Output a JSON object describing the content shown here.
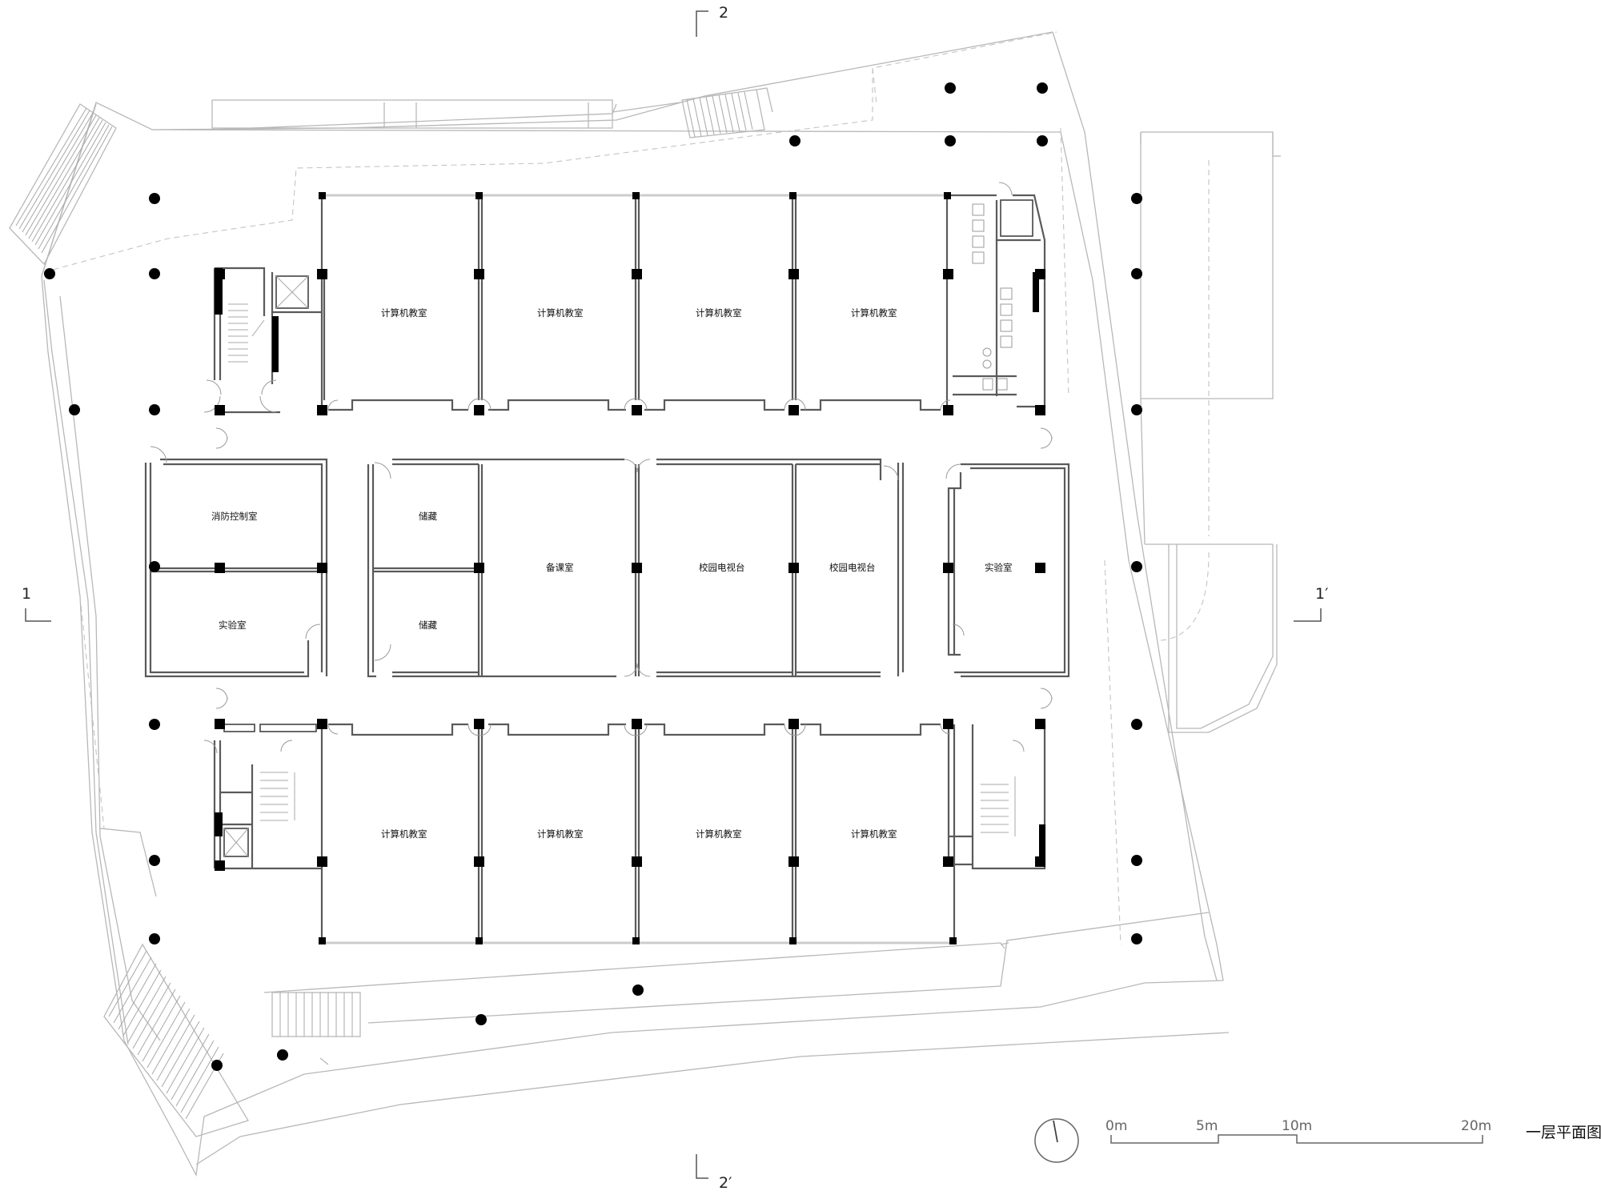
{
  "title": "一层平面图",
  "section_markers": {
    "top": "2",
    "bottom": "2′",
    "left": "1",
    "right": "1′"
  },
  "rooms": {
    "computer_top_1": "计算机教室",
    "computer_top_2": "计算机教室",
    "computer_top_3": "计算机教室",
    "computer_top_4": "计算机教室",
    "fire_control": "消防控制室",
    "lab_left": "实验室",
    "storage_1": "储藏",
    "storage_2": "储藏",
    "prep_room": "备课室",
    "campus_tv_1": "校园电视台",
    "campus_tv_2": "校园电视台",
    "lab_right": "实验室",
    "computer_bottom_1": "计算机教室",
    "computer_bottom_2": "计算机教室",
    "computer_bottom_3": "计算机教室",
    "computer_bottom_4": "计算机教室"
  },
  "scale_bar": {
    "labels": [
      "0m",
      "5m",
      "10m",
      "20m"
    ]
  },
  "icons": {
    "north_arrow": "north-arrow-icon",
    "scale_bar": "scale-bar-icon"
  },
  "colors": {
    "walls": "#444444",
    "columns": "#000000",
    "outline": "#b8b8b8",
    "background": "#ffffff"
  }
}
